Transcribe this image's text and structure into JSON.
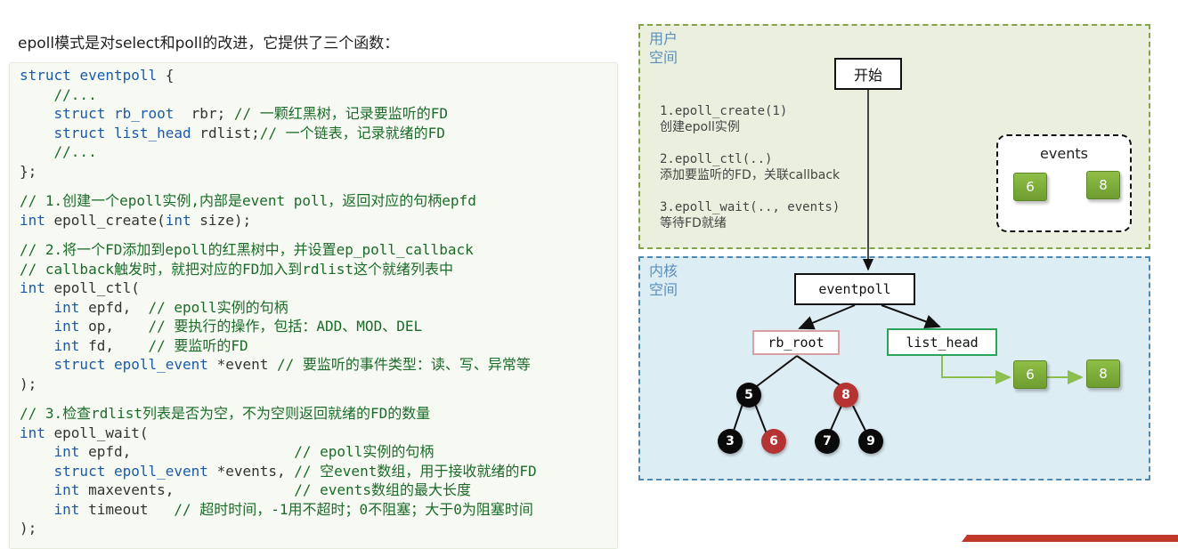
{
  "intro": "epoll模式是对select和poll的改进，它提供了三个函数：",
  "code_lines": [
    [
      {
        "c": "kw",
        "t": "struct "
      },
      {
        "c": "ty",
        "t": "eventpoll"
      },
      {
        "c": "tx",
        "t": " {"
      }
    ],
    [
      {
        "c": "tx",
        "t": "    "
      },
      {
        "c": "cm",
        "t": "//..."
      }
    ],
    [
      {
        "c": "tx",
        "t": "    "
      },
      {
        "c": "kw",
        "t": "struct "
      },
      {
        "c": "ty",
        "t": "rb_root"
      },
      {
        "c": "tx",
        "t": "  rbr; "
      },
      {
        "c": "cm",
        "t": "// 一颗红黑树，记录要监听的FD"
      }
    ],
    [
      {
        "c": "tx",
        "t": "    "
      },
      {
        "c": "kw",
        "t": "struct "
      },
      {
        "c": "ty",
        "t": "list_head"
      },
      {
        "c": "tx",
        "t": " rdlist;"
      },
      {
        "c": "cm",
        "t": "// 一个链表，记录就绪的FD"
      }
    ],
    [
      {
        "c": "tx",
        "t": "    "
      },
      {
        "c": "cm",
        "t": "//..."
      }
    ],
    [
      {
        "c": "tx",
        "t": "};"
      }
    ],
    "gap",
    [
      {
        "c": "cm",
        "t": "// 1.创建一个epoll实例,内部是event poll，返回对应的句柄epfd"
      }
    ],
    [
      {
        "c": "kw",
        "t": "int "
      },
      {
        "c": "tx",
        "t": "epoll_create("
      },
      {
        "c": "kw",
        "t": "int "
      },
      {
        "c": "tx",
        "t": "size);"
      }
    ],
    "gap",
    [
      {
        "c": "cm",
        "t": "// 2.将一个FD添加到epoll的红黑树中，并设置ep_poll_callback"
      }
    ],
    [
      {
        "c": "cm",
        "t": "// callback触发时，就把对应的FD加入到rdlist这个就绪列表中"
      }
    ],
    [
      {
        "c": "kw",
        "t": "int "
      },
      {
        "c": "tx",
        "t": "epoll_ctl("
      }
    ],
    [
      {
        "c": "tx",
        "t": "    "
      },
      {
        "c": "kw",
        "t": "int "
      },
      {
        "c": "tx",
        "t": "epfd,  "
      },
      {
        "c": "cm",
        "t": "// epoll实例的句柄"
      }
    ],
    [
      {
        "c": "tx",
        "t": "    "
      },
      {
        "c": "kw",
        "t": "int "
      },
      {
        "c": "tx",
        "t": "op,    "
      },
      {
        "c": "cm",
        "t": "// 要执行的操作，包括：ADD、MOD、DEL"
      }
    ],
    [
      {
        "c": "tx",
        "t": "    "
      },
      {
        "c": "kw",
        "t": "int "
      },
      {
        "c": "tx",
        "t": "fd,    "
      },
      {
        "c": "cm",
        "t": "// 要监听的FD"
      }
    ],
    [
      {
        "c": "tx",
        "t": "    "
      },
      {
        "c": "kw",
        "t": "struct "
      },
      {
        "c": "ty",
        "t": "epoll_event"
      },
      {
        "c": "tx",
        "t": " *event "
      },
      {
        "c": "cm",
        "t": "// 要监听的事件类型：读、写、异常等"
      }
    ],
    [
      {
        "c": "tx",
        "t": ");"
      }
    ],
    "gap",
    [
      {
        "c": "cm",
        "t": "// 3.检查rdlist列表是否为空，不为空则返回就绪的FD的数量"
      }
    ],
    [
      {
        "c": "kw",
        "t": "int "
      },
      {
        "c": "tx",
        "t": "epoll_wait("
      }
    ],
    [
      {
        "c": "tx",
        "t": "    "
      },
      {
        "c": "kw",
        "t": "int "
      },
      {
        "c": "tx",
        "t": "epfd,                   "
      },
      {
        "c": "cm",
        "t": "// epoll实例的句柄"
      }
    ],
    [
      {
        "c": "tx",
        "t": "    "
      },
      {
        "c": "kw",
        "t": "struct "
      },
      {
        "c": "ty",
        "t": "epoll_event"
      },
      {
        "c": "tx",
        "t": " *events, "
      },
      {
        "c": "cm",
        "t": "// 空event数组，用于接收就绪的FD"
      }
    ],
    [
      {
        "c": "tx",
        "t": "    "
      },
      {
        "c": "kw",
        "t": "int "
      },
      {
        "c": "tx",
        "t": "maxevents,              "
      },
      {
        "c": "cm",
        "t": "// events数组的最大长度"
      }
    ],
    [
      {
        "c": "tx",
        "t": "    "
      },
      {
        "c": "kw",
        "t": "int "
      },
      {
        "c": "tx",
        "t": "timeout   "
      },
      {
        "c": "cm",
        "t": "// 超时时间，-1用不超时；0不阻塞；大于0为阻塞时间"
      }
    ],
    [
      {
        "c": "tx",
        "t": ");"
      }
    ]
  ],
  "diagram": {
    "user_label_1": "用户",
    "user_label_2": "空间",
    "kernel_label_1": "内核",
    "kernel_label_2": "空间",
    "start": "开始",
    "steps": [
      {
        "call": "1.epoll_create(1)",
        "desc": "创建epoll实例"
      },
      {
        "call": "2.epoll_ctl(..)",
        "desc": "添加要监听的FD，关联callback"
      },
      {
        "call": "3.epoll_wait(.., events)",
        "desc": "等待FD就绪"
      }
    ],
    "events_label": "events",
    "events_items": [
      "6",
      "8"
    ],
    "eventpoll": "eventpoll",
    "rb_root": "rb_root",
    "list_head": "list_head",
    "list_items": [
      "6",
      "8"
    ],
    "tree": {
      "root": "5",
      "right": "8",
      "ll": "3",
      "lr": "6",
      "rl": "7",
      "rr": "9"
    },
    "colors": {
      "black_node": "#0a0a0a",
      "red_node": "#b63333",
      "chip_green": "#7aa83a",
      "link_green": "#8cbf4d"
    }
  }
}
